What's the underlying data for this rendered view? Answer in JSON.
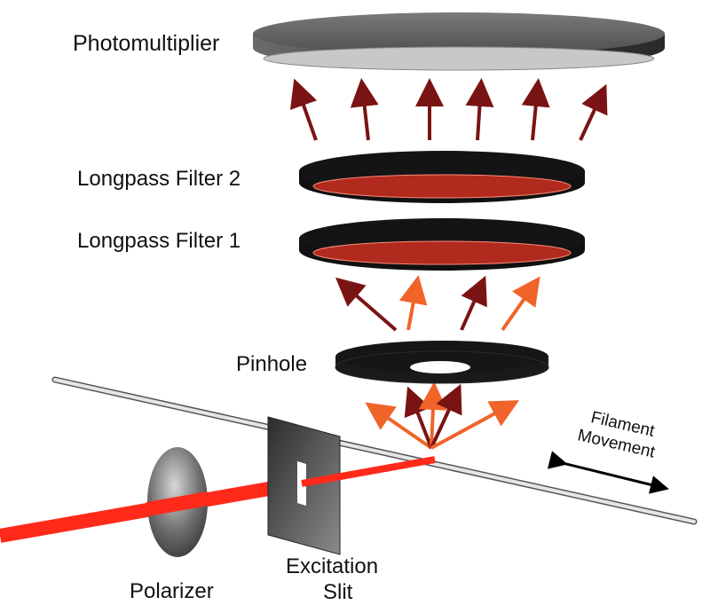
{
  "labels": {
    "photomultiplier": "Photomultiplier",
    "longpass_filter_2": "Longpass Filter 2",
    "longpass_filter_1": "Longpass Filter 1",
    "pinhole": "Pinhole",
    "filament_line1": "Filament",
    "filament_line2": "Movement",
    "excitation_line1": "Excitation",
    "excitation_line2": "Slit",
    "polarizer": "Polarizer"
  },
  "colors": {
    "laser": "#ff2a1a",
    "emission_dark": "#7a1414",
    "emission_orange": "#f0642a",
    "filter_body": "#121212",
    "filter_glass": "#b02a1e",
    "detector_body": "#4a4a4a",
    "detector_window": "#c8c8c8"
  },
  "icons": {
    "movement": "double-headed-arrow"
  }
}
